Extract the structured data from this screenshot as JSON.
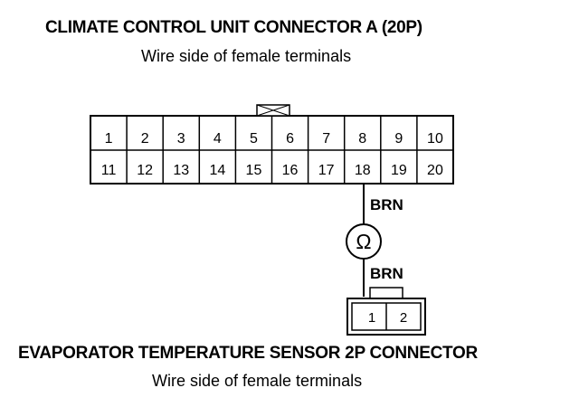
{
  "connector_a": {
    "title": "CLIMATE CONTROL UNIT CONNECTOR A (20P)",
    "subtitle": "Wire side of female terminals",
    "terminals_top": [
      "1",
      "2",
      "3",
      "4",
      "5",
      "6",
      "7",
      "8",
      "9",
      "10"
    ],
    "terminals_bottom": [
      "11",
      "12",
      "13",
      "14",
      "15",
      "16",
      "17",
      "18",
      "19",
      "20"
    ]
  },
  "wire": {
    "upper_color_label": "BRN",
    "lower_color_label": "BRN"
  },
  "ohmmeter": {
    "symbol": "Ω"
  },
  "sensor_connector": {
    "title": "EVAPORATOR TEMPERATURE SENSOR 2P CONNECTOR",
    "subtitle": "Wire side of female terminals",
    "terminals": [
      "1",
      "2"
    ]
  }
}
